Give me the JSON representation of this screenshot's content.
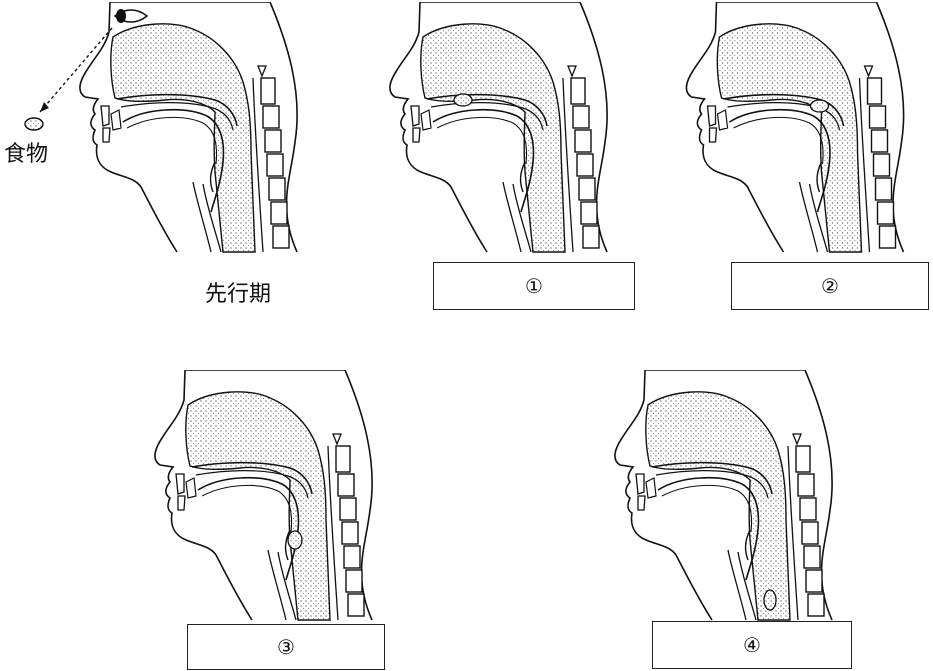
{
  "figure": {
    "food_label": "食物",
    "stages": [
      {
        "id": "pre",
        "label": "先行期",
        "boxed": false
      },
      {
        "id": "s1",
        "label": "①",
        "boxed": true
      },
      {
        "id": "s2",
        "label": "②",
        "boxed": true
      },
      {
        "id": "s3",
        "label": "③",
        "boxed": true
      },
      {
        "id": "s4",
        "label": "④",
        "boxed": true
      }
    ]
  },
  "colors": {
    "line": "#111111",
    "stipple": "#8a8a8a",
    "paper": "#ffffff"
  }
}
